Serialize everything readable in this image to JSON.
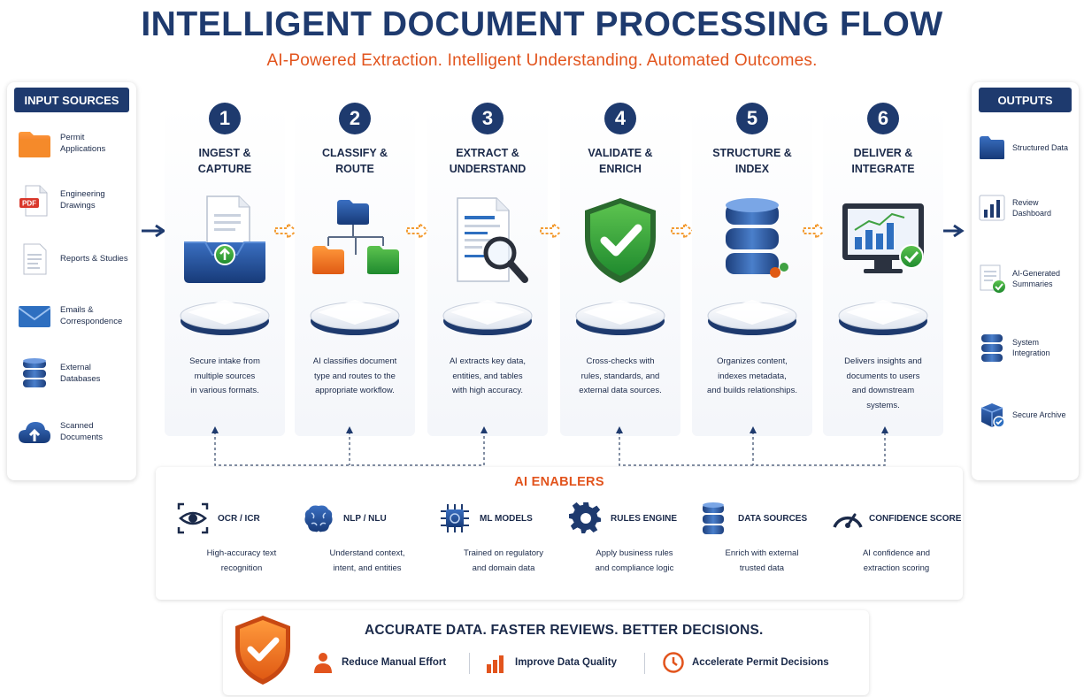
{
  "header": {
    "title": "INTELLIGENT DOCUMENT PROCESSING FLOW",
    "subtitle": "AI-Powered Extraction. Intelligent Understanding. Automated Outcomes."
  },
  "colors": {
    "navy": "#1e3a6e",
    "orange": "#e2541d",
    "green": "#3fa142",
    "light_blue": "#2e6fc0"
  },
  "inputs": {
    "title": "INPUT SOURCES",
    "items": [
      {
        "label_1": "Permit",
        "label_2": "Applications",
        "icon": "folder-icon"
      },
      {
        "label_1": "Engineering",
        "label_2": "Drawings",
        "icon": "pdf-icon"
      },
      {
        "label_1": "Reports & Studies",
        "label_2": "",
        "icon": "report-icon"
      },
      {
        "label_1": "Emails &",
        "label_2": "Correspondence",
        "icon": "email-icon"
      },
      {
        "label_1": "External",
        "label_2": "Databases",
        "icon": "database-icon"
      },
      {
        "label_1": "Scanned",
        "label_2": "Documents",
        "icon": "cloud-upload-icon"
      }
    ]
  },
  "steps": [
    {
      "number": "1",
      "title_1": "INGEST &",
      "title_2": "CAPTURE",
      "icon": "inbox-upload-icon",
      "desc_1": "Secure intake from",
      "desc_2": "multiple sources",
      "desc_3": "in various formats.",
      "desc_4": ""
    },
    {
      "number": "2",
      "title_1": "CLASSIFY &",
      "title_2": "ROUTE",
      "icon": "folder-tree-icon",
      "desc_1": "AI classifies document",
      "desc_2": "type and routes to the",
      "desc_3": "appropriate workflow.",
      "desc_4": ""
    },
    {
      "number": "3",
      "title_1": "EXTRACT &",
      "title_2": "UNDERSTAND",
      "icon": "document-magnifier-icon",
      "desc_1": "AI extracts key data,",
      "desc_2": "entities, and tables",
      "desc_3": "with high accuracy.",
      "desc_4": ""
    },
    {
      "number": "4",
      "title_1": "VALIDATE &",
      "title_2": "ENRICH",
      "icon": "shield-check-icon",
      "desc_1": "Cross-checks with",
      "desc_2": "rules, standards, and",
      "desc_3": "external data sources.",
      "desc_4": ""
    },
    {
      "number": "5",
      "title_1": "STRUCTURE &",
      "title_2": "INDEX",
      "icon": "database-stack-icon",
      "desc_1": "Organizes content,",
      "desc_2": "indexes metadata,",
      "desc_3": "and builds relationships.",
      "desc_4": ""
    },
    {
      "number": "6",
      "title_1": "DELIVER &",
      "title_2": "INTEGRATE",
      "icon": "monitor-chart-icon",
      "desc_1": "Delivers insights and",
      "desc_2": "documents to users",
      "desc_3": "and downstream",
      "desc_4": "systems."
    }
  ],
  "outputs": {
    "title": "OUTPUTS",
    "items": [
      {
        "label_1": "Structured Data",
        "label_2": "",
        "icon": "folder-icon"
      },
      {
        "label_1": "Review",
        "label_2": "Dashboard",
        "icon": "dashboard-icon"
      },
      {
        "label_1": "AI-Generated",
        "label_2": "Summaries",
        "icon": "summary-icon"
      },
      {
        "label_1": "System",
        "label_2": "Integration",
        "icon": "database-icon"
      },
      {
        "label_1": "Secure Archive",
        "label_2": "",
        "icon": "archive-icon"
      }
    ]
  },
  "enablers": {
    "title": "AI ENABLERS",
    "items": [
      {
        "name": "OCR / ICR",
        "desc_1": "High-accuracy text",
        "desc_2": "recognition",
        "icon": "eye-scan-icon"
      },
      {
        "name": "NLP / NLU",
        "desc_1": "Understand context,",
        "desc_2": "intent, and entities",
        "icon": "brain-icon"
      },
      {
        "name": "ML MODELS",
        "desc_1": "Trained on regulatory",
        "desc_2": "and domain data",
        "icon": "chip-icon"
      },
      {
        "name": "RULES ENGINE",
        "desc_1": "Apply business rules",
        "desc_2": "and compliance logic",
        "icon": "gear-icon"
      },
      {
        "name": "DATA SOURCES",
        "desc_1": "Enrich with external",
        "desc_2": "trusted data",
        "icon": "database-icon"
      },
      {
        "name": "CONFIDENCE SCORE",
        "desc_1": "AI confidence and",
        "desc_2": "extraction scoring",
        "icon": "gauge-icon"
      }
    ]
  },
  "banner": {
    "title": "ACCURATE DATA. FASTER REVIEWS. BETTER DECISIONS.",
    "benefits": [
      {
        "label": "Reduce Manual Effort",
        "icon": "person-icon"
      },
      {
        "label": "Improve Data Quality",
        "icon": "bar-chart-icon"
      },
      {
        "label": "Accelerate Permit Decisions",
        "icon": "clock-icon"
      }
    ]
  }
}
